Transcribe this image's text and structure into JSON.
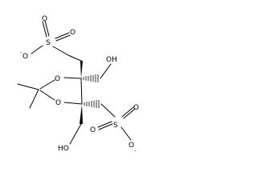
{
  "molecule": {
    "atoms": {
      "o_top_left": "O",
      "s_top": "S",
      "o_top_right": "O",
      "o_top_minus": "O",
      "o_top_minus_charge": "-",
      "o_ring_top": "O",
      "o_ring_bottom": "O",
      "oh_right": "OH",
      "o_sulf2_left": "O",
      "s_bottom": "S",
      "o_sulf2_right": "O",
      "o_bottom_minus": "O",
      "o_bottom_minus_charge": "-",
      "oh_bottom": "HO"
    }
  }
}
